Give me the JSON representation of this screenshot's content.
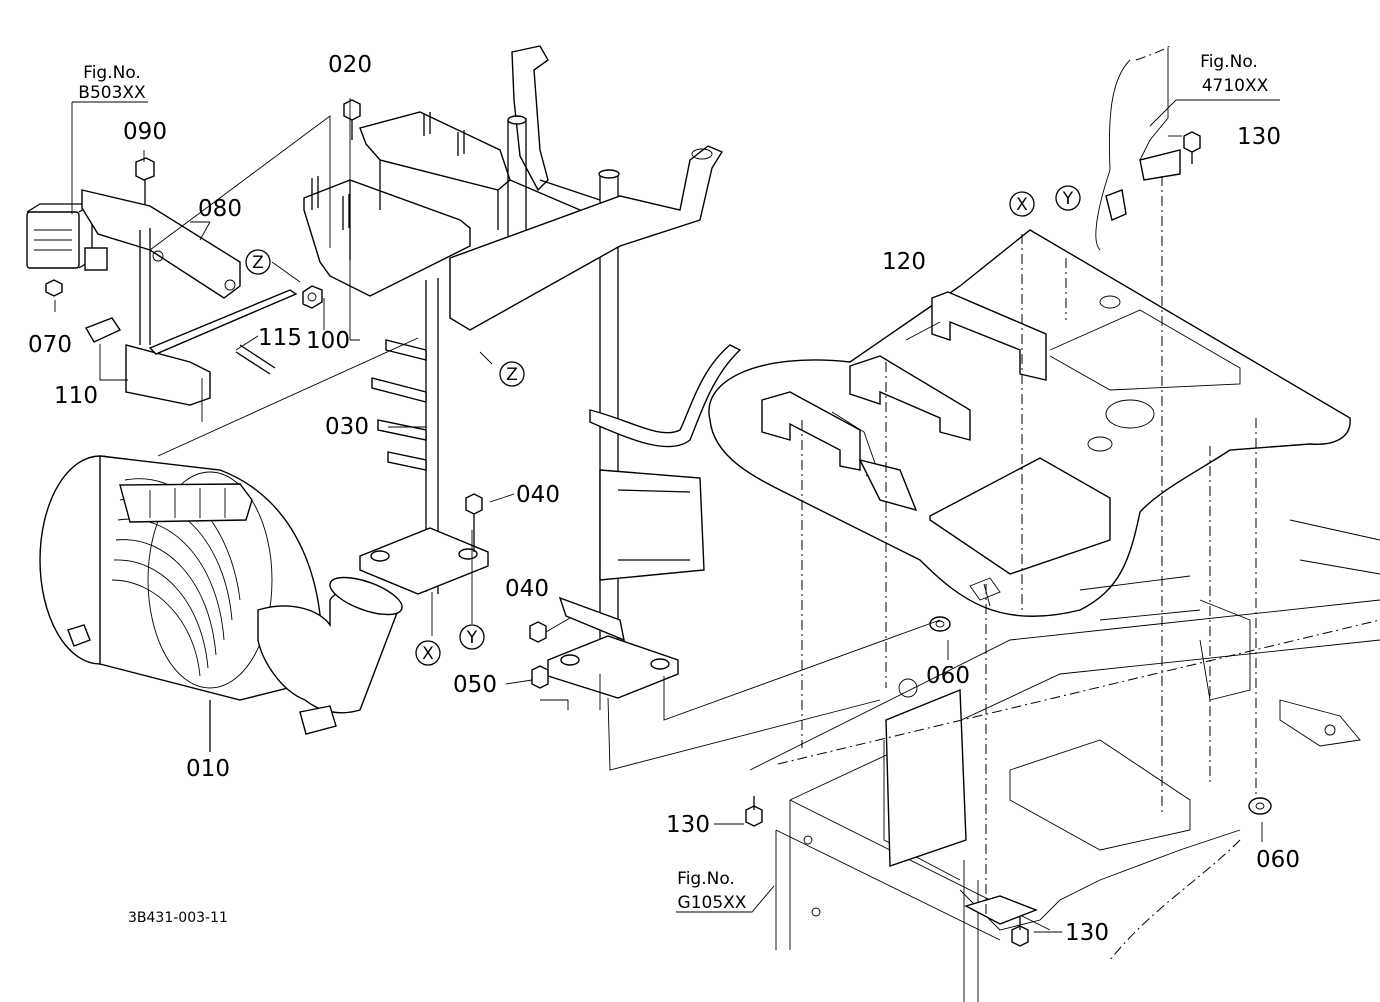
{
  "part_labels": {
    "p010": "010",
    "p020": "020",
    "p030": "030",
    "p040a": "040",
    "p040b": "040",
    "p050": "050",
    "p060a": "060",
    "p060b": "060",
    "p070": "070",
    "p080": "080",
    "p090": "090",
    "p100": "100",
    "p110": "110",
    "p115": "115",
    "p120": "120",
    "p130a": "130",
    "p130b": "130",
    "p130c": "130"
  },
  "figure_refs": {
    "b503": {
      "line1": "Fig.No.",
      "line2": "B503XX"
    },
    "r4710": {
      "line1": "Fig.No.",
      "line2": "4710XX"
    },
    "g105": {
      "line1": "Fig.No.",
      "line2": "G105XX"
    }
  },
  "connection_markers": {
    "z1": "Z",
    "z2": "Z",
    "x1": "X",
    "x2": "X",
    "y1": "Y",
    "y2": "Y"
  },
  "drawing_code": "3B431-003-11"
}
